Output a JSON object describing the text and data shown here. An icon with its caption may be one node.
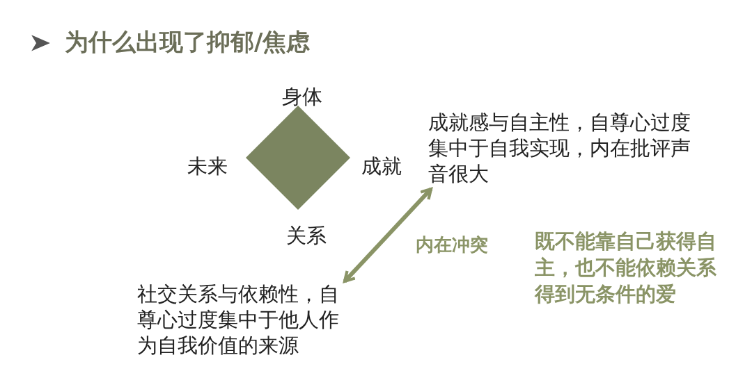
{
  "diagram": {
    "title": "为什么出现了抑郁/焦虑",
    "nodes": [
      {
        "text": [],
        "shape": "diamond",
        "beside": [
          "身体",
          "未来",
          "成就",
          "关系"
        ]
      },
      {
        "text": [
          "成就感与自主性，自尊心过度集中于自我实现，内在批评声音很大"
        ]
      },
      {
        "text": [
          "社交关系与依赖性，自尊心过度集中于他人作为自我价值的来源"
        ]
      }
    ],
    "edges": [
      {
        "from": 2,
        "to": 1,
        "arrow": "both",
        "label": "内在冲突"
      }
    ],
    "labels": [
      "既不能靠自己获得自主，也不能依赖关系得到无条件的爱"
    ]
  }
}
